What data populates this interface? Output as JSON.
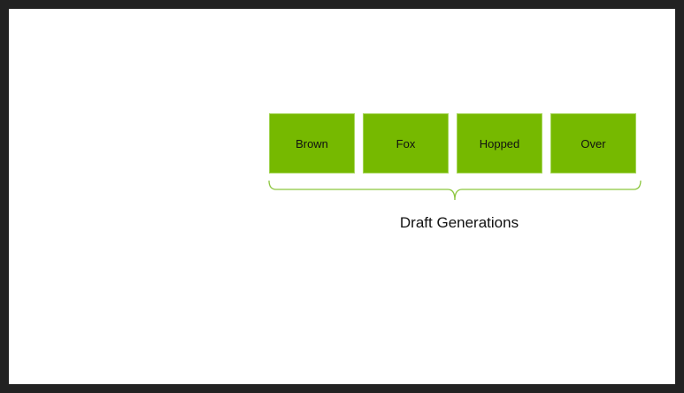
{
  "tokens": [
    "Brown",
    "Fox",
    "Hopped",
    "Over"
  ],
  "caption": "Draft Generations",
  "colors": {
    "token_fill": "#76b900",
    "token_border": "#a6d65a",
    "brace": "#8cc63f",
    "slide_background": "#ffffff",
    "frame": "#222222"
  }
}
